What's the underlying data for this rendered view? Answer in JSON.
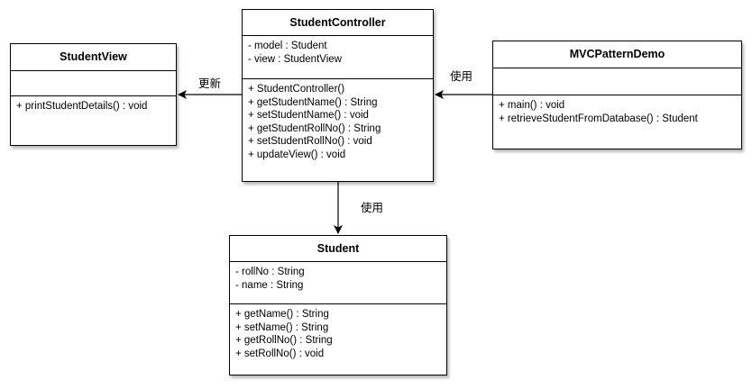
{
  "classes": {
    "student_view": {
      "name": "StudentView",
      "attributes": [],
      "methods": [
        "+ printStudentDetails() : void"
      ]
    },
    "student_controller": {
      "name": "StudentController",
      "attributes": [
        "- model : Student",
        "- view : StudentView"
      ],
      "methods": [
        "+ StudentController()",
        "+ getStudentName() : String",
        "+ setStudentName() : void",
        "+ getStudentRollNo() : String",
        "+ setStudentRollNo() : void",
        "+ updateView() : void"
      ]
    },
    "mvc_pattern_demo": {
      "name": "MVCPatternDemo",
      "attributes": [],
      "methods": [
        "+ main() : void",
        "+ retrieveStudentFromDatabase() : Student"
      ]
    },
    "student": {
      "name": "Student",
      "attributes": [
        "- rollNo : String",
        "- name : String"
      ],
      "methods": [
        "+ getName() : String",
        "+ setName() : String",
        "+ getRollNo() : String",
        "+ setRollNo() : void"
      ]
    }
  },
  "edges": {
    "controller_to_view": "更新",
    "demo_to_controller": "使用",
    "controller_to_student": "使用"
  }
}
